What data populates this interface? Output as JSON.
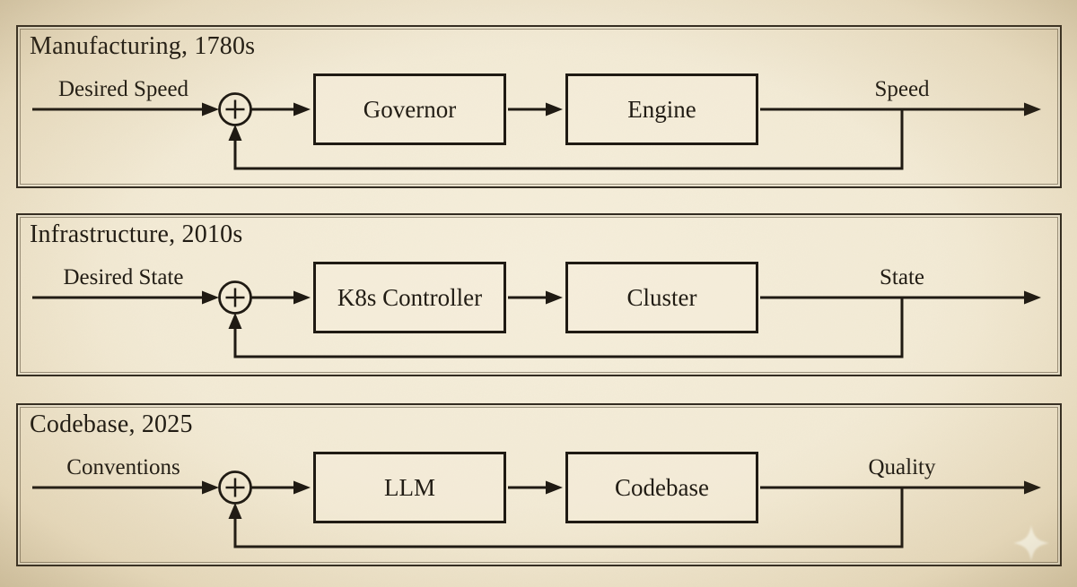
{
  "figure": {
    "description": "Three stacked feedback-control loop diagrams on parchment background",
    "panels": [
      {
        "title": "Manufacturing, 1780s",
        "input_label": "Desired Speed",
        "controller": "Governor",
        "plant": "Engine",
        "output_label": "Speed",
        "junction_symbol": "+"
      },
      {
        "title": "Infrastructure, 2010s",
        "input_label": "Desired State",
        "controller": "K8s Controller",
        "plant": "Cluster",
        "output_label": "State",
        "junction_symbol": "+"
      },
      {
        "title": "Codebase, 2025",
        "input_label": "Conventions",
        "controller": "LLM",
        "plant": "Codebase",
        "output_label": "Quality",
        "junction_symbol": "+"
      }
    ],
    "colors": {
      "paper": "#f3ebd6",
      "paper_edge": "#e3d5b4",
      "ink": "#1f1a13",
      "panel_border": "#332c21",
      "watermark": "#fffdf0"
    },
    "icons": {
      "junction": "plus-circle-summing-junction",
      "watermark": "four-point-star"
    }
  }
}
